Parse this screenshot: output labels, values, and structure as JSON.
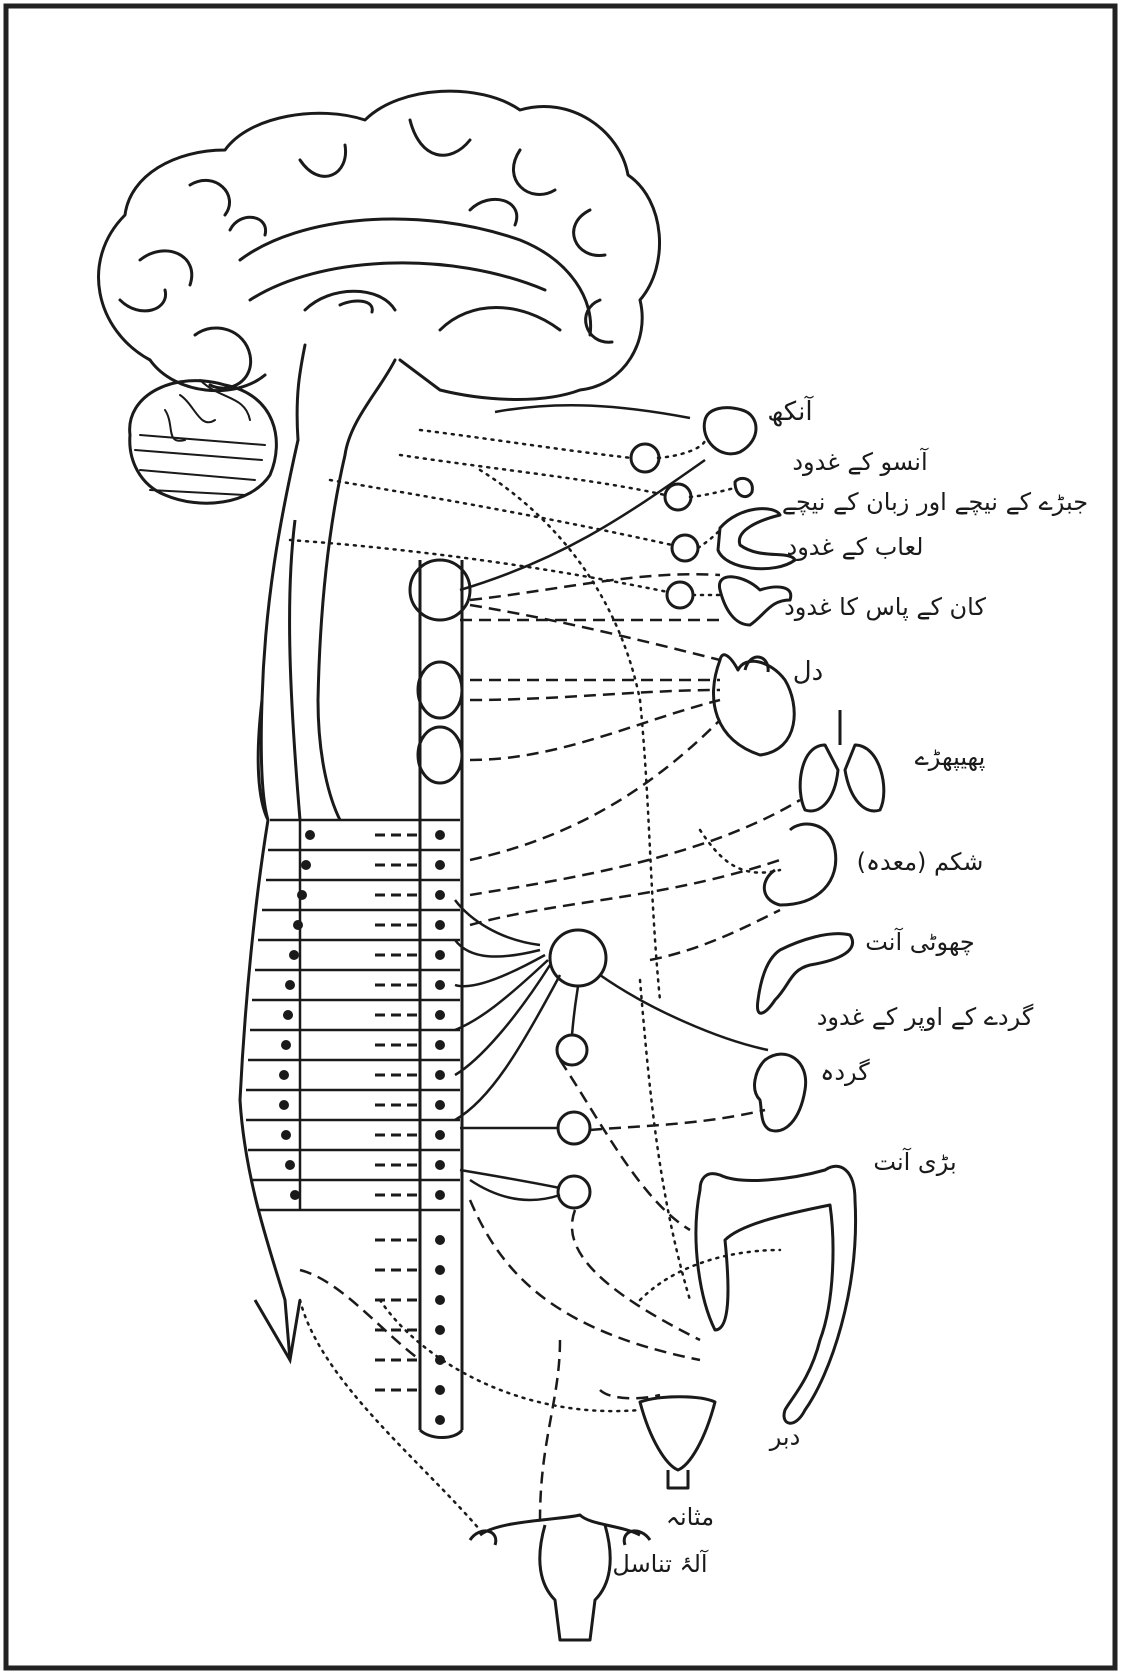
{
  "labels": {
    "eye": "آنکھ",
    "tear_glands": "آنسو کے غدود",
    "under_jaw_tongue": "جبڑے کے نیچے اور زبان کے نیچے",
    "saliva_glands": "لعاب کے غدود",
    "ear_gland": "کان کے پاس کا غدود",
    "heart": "دل",
    "lungs": "پھیپھڑے",
    "stomach": "شکم (معدہ)",
    "small_intestine": "چھوٹی آنت",
    "adrenal": "گردے کے اوپر کے غدود",
    "kidney": "گردہ",
    "large_intestine": "بڑی آنت",
    "rectum": "دبر",
    "bladder": "مثانہ",
    "genitals": "آلۂ تناسل"
  },
  "colors": {
    "ink": "#1a1a1a",
    "paper": "#ffffff",
    "border": "#222222"
  }
}
